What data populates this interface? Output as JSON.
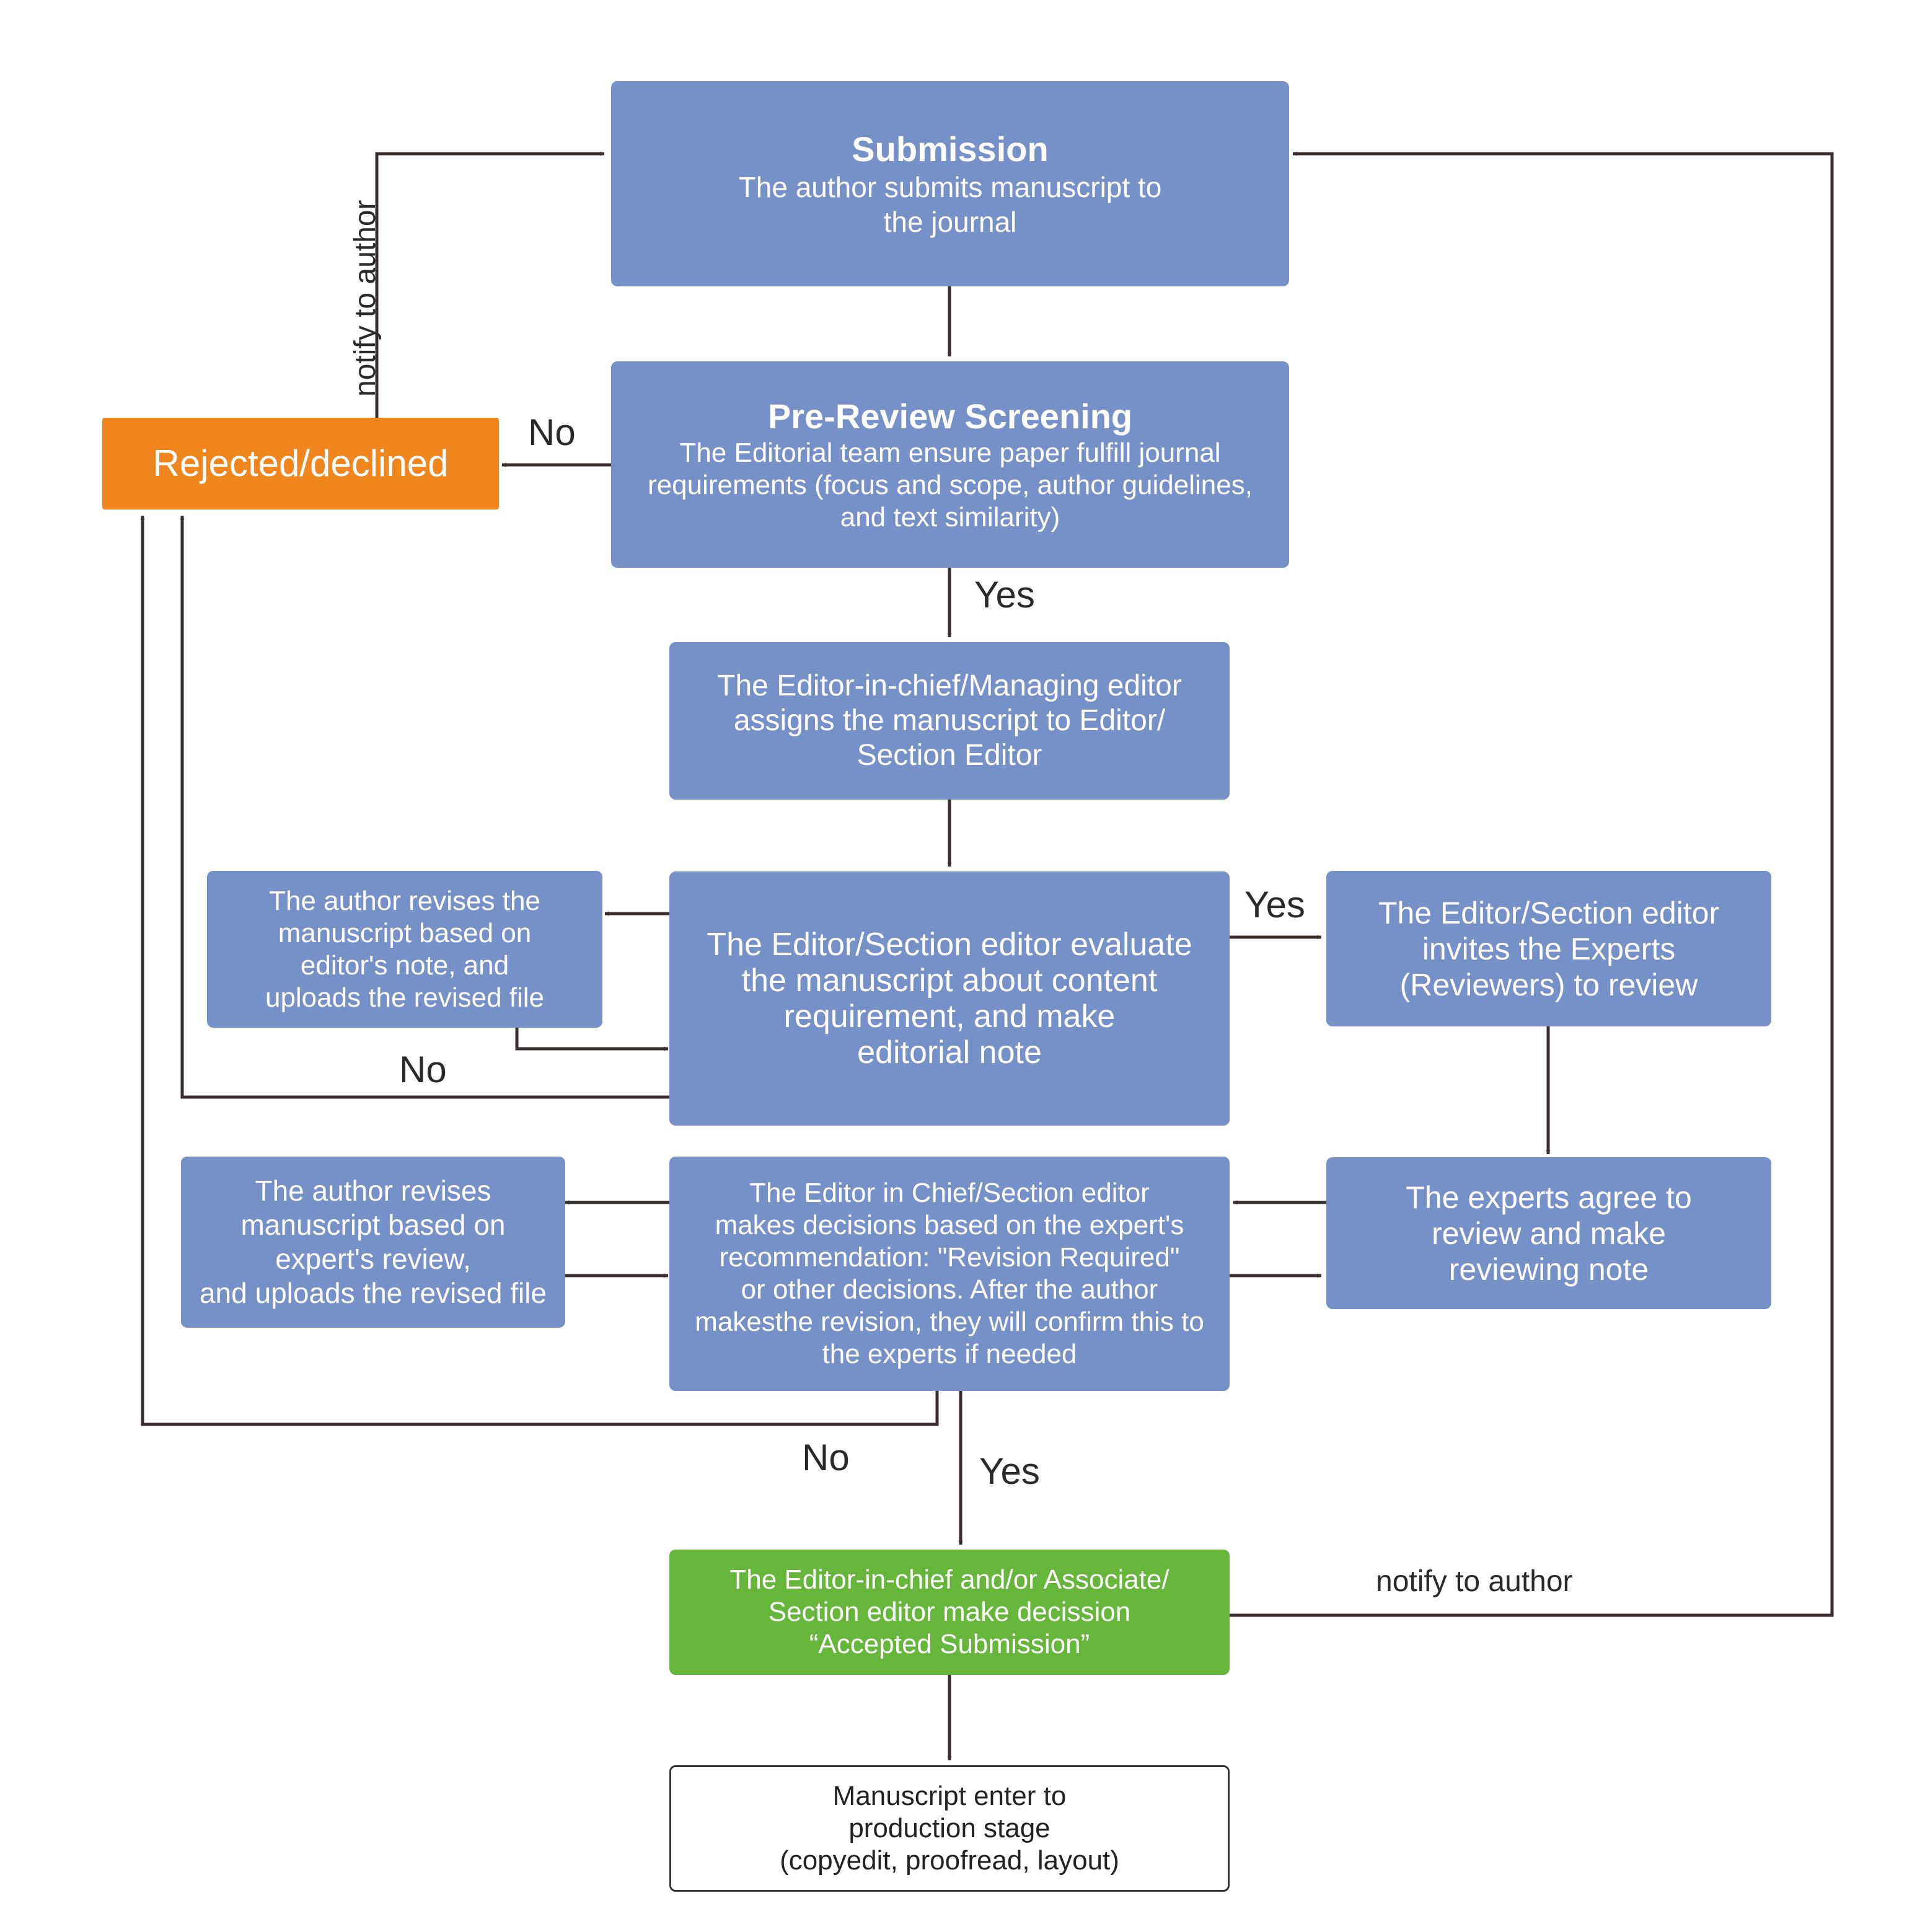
{
  "colors": {
    "process": "#7690c8",
    "rejected": "#f0861d",
    "accepted": "#65b63a",
    "connector": "#3a2e2e"
  },
  "nodes": {
    "submission": {
      "title": "Submission",
      "text": "The author submits manuscript to\nthe journal"
    },
    "pre_review": {
      "title": "Pre-Review Screening",
      "text": "The Editorial team ensure paper fulfill journal\nrequirements (focus and scope, author guidelines,\nand text similarity)"
    },
    "rejected": {
      "text": "Rejected/declined"
    },
    "assign": {
      "text": "The Editor-in-chief/Managing editor\nassigns the manuscript to Editor/\nSection Editor"
    },
    "evaluate": {
      "text": "The Editor/Section editor evaluate\nthe manuscript about content\nrequirement, and make\neditorial note"
    },
    "author_revise_note": {
      "text": "The author revises the\nmanuscript based on\neditor's note, and\nuploads the revised file"
    },
    "invite_experts": {
      "text": "The Editor/Section editor\ninvites the Experts\n(Reviewers) to review"
    },
    "experts_agree": {
      "text": "The experts agree to\nreview and make\nreviewing note"
    },
    "decision": {
      "text": "The Editor in Chief/Section editor\nmakes decisions based on the expert's\nrecommendation: \"Revision Required\"\nor other decisions. After the author\nmakesthe revision, they will confirm this to\nthe experts if needed"
    },
    "author_revise_review": {
      "text": "The author revises\nmanuscript based on\nexpert's review,\nand uploads the revised file"
    },
    "accepted": {
      "text": "The Editor-in-chief and/or Associate/\nSection editor make decission\n“Accepted Submission”"
    },
    "production": {
      "text": "Manuscript enter to\nproduction stage\n(copyedit, proofread, layout)"
    }
  },
  "labels": {
    "no_prereview": "No",
    "yes_prereview": "Yes",
    "yes_invite": "Yes",
    "no_evaluate": "No",
    "no_decision": "No",
    "yes_decision": "Yes",
    "notify_rejected": "notify to author",
    "notify_accepted": "notify to author"
  }
}
